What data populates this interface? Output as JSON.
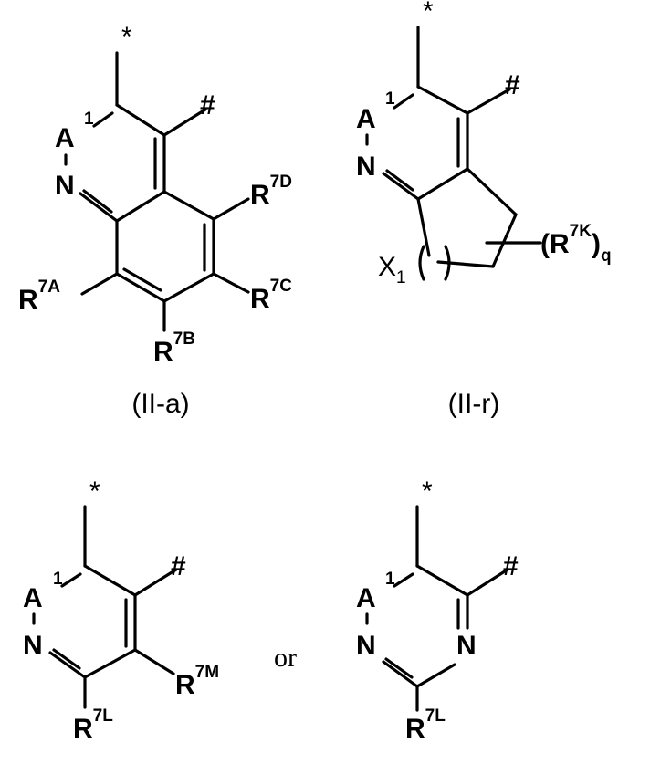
{
  "structures": {
    "iia": {
      "caption": "(II-a)",
      "attach_star": "*",
      "attach_hash": "#",
      "atom_a": "A",
      "atom_n": "N",
      "position_1": "1",
      "r_7a": {
        "base": "R",
        "sup": "7A"
      },
      "r_7b": {
        "base": "R",
        "sup": "7B"
      },
      "r_7c": {
        "base": "R",
        "sup": "7C"
      },
      "r_7d": {
        "base": "R",
        "sup": "7D"
      }
    },
    "iir": {
      "caption": "(II-r)",
      "attach_star": "*",
      "attach_hash": "#",
      "atom_a": "A",
      "atom_n": "N",
      "position_1": "1",
      "x1": {
        "base": "X",
        "sub": "1",
        "paren": "( )"
      },
      "r_7k": {
        "open": "(R",
        "sup": "7K",
        "close": ")",
        "sub": "q"
      }
    },
    "pyridine": {
      "attach_star": "*",
      "attach_hash": "#",
      "atom_a": "A",
      "atom_n": "N",
      "position_1": "1",
      "r_7l": {
        "base": "R",
        "sup": "7L"
      },
      "r_7m": {
        "base": "R",
        "sup": "7M"
      }
    },
    "connector": "or",
    "pyrimidine": {
      "attach_star": "*",
      "attach_hash": "#",
      "atom_a": "A",
      "atom_n1": "N",
      "atom_n2": "N",
      "position_1": "1",
      "r_7l": {
        "base": "R",
        "sup": "7L"
      }
    }
  }
}
